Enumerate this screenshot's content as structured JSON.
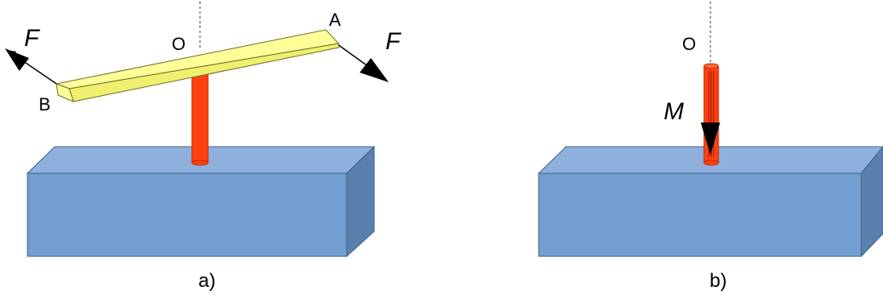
{
  "panel_a": {
    "caption": "a)",
    "label_pivot": "O",
    "label_end_a": "A",
    "label_end_b": "B",
    "force_left": "F",
    "force_right": "F"
  },
  "panel_b": {
    "caption": "b)",
    "label_pivot": "O",
    "moment_label": "M"
  },
  "colors": {
    "block_top": "#8fb0dc",
    "block_front": "#729fcf",
    "block_side": "#5a80ad",
    "block_stroke": "#3a5f8a",
    "rod": "#ff4010",
    "rod_stroke": "#c02a00",
    "bar_fill": "#ffff99",
    "bar_stroke": "#6a6a20"
  }
}
